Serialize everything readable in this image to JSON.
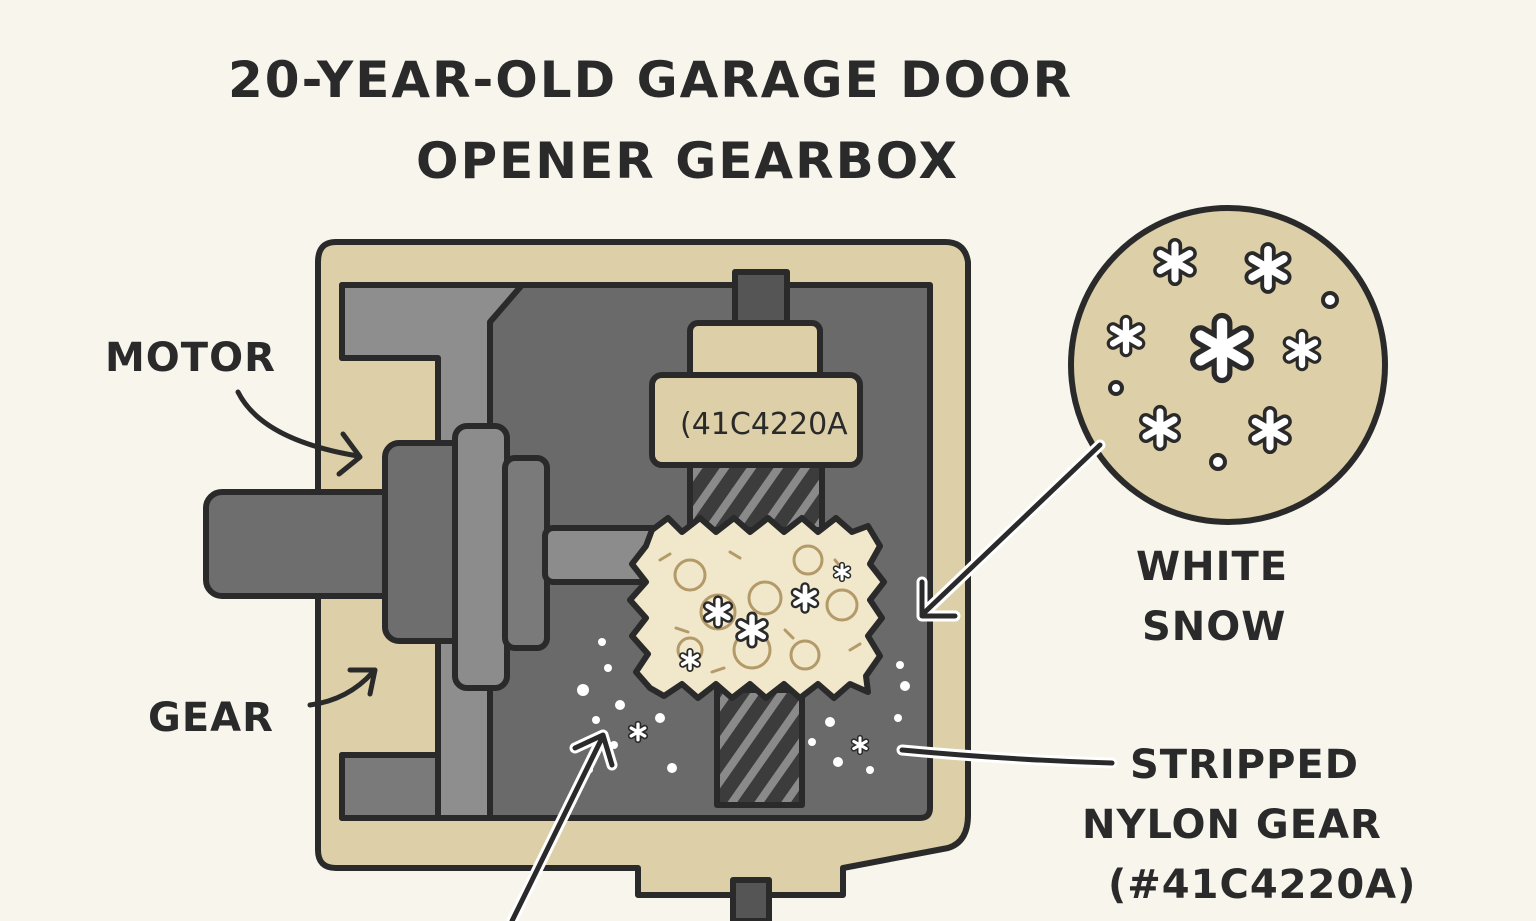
{
  "title": {
    "line1": "20-YEAR-OLD GARAGE DOOR",
    "line2": "OPENER GEARBOX"
  },
  "labels": {
    "motor": "MOTOR",
    "gear": "GEAR",
    "white_snow": [
      "WHITE",
      "SNOW"
    ],
    "stripped_gear": [
      "STRIPPED",
      "NYLON GEAR",
      "(#41C4220A)"
    ]
  },
  "part_number_plate": "(41C4220A",
  "colors": {
    "background": "#f7f5ec",
    "housing_tan": "#ddd0a8",
    "interior_gray": "#6a6a6a",
    "outline": "#2a2a2a",
    "nylon_debris": "#f1e8cc"
  }
}
